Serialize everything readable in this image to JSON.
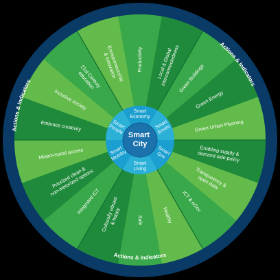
{
  "diagram": {
    "center_title": [
      "Smart",
      "City"
    ],
    "ring_label": "Actions & Indicators",
    "colors": {
      "outer_ring": "#0a3a66",
      "middle_green": "#39a84a",
      "center_blue": "#1b72ad",
      "sector_blue": "#1a9fd0",
      "light_green": "#62bb4a",
      "dark_green": "#1f8a3b",
      "text": "#ffffff"
    },
    "sectors": [
      {
        "name": "Smart Economy",
        "lines": [
          "Smart",
          "Economy"
        ],
        "ticks": [
          {
            "lines": [
              "Entrepreneurship",
              "& innovation"
            ]
          },
          {
            "lines": [
              "Productivity"
            ]
          },
          {
            "lines": [
              "Local & Global",
              "interconnectedness"
            ]
          }
        ]
      },
      {
        "name": "Smart Enviro",
        "lines": [
          "Smart",
          "Enviro"
        ],
        "ticks": [
          {
            "lines": [
              "Green Buildings"
            ]
          },
          {
            "lines": [
              "Green Energy"
            ]
          },
          {
            "lines": [
              "Green Urban Planning"
            ]
          }
        ]
      },
      {
        "name": "Smart Gov",
        "lines": [
          "Smart",
          "Gov"
        ],
        "ticks": [
          {
            "lines": [
              "Enabling supply &",
              "demand side policy"
            ]
          },
          {
            "lines": [
              "Transparency &",
              "open data"
            ]
          },
          {
            "lines": [
              "ICT & eGov"
            ]
          }
        ]
      },
      {
        "name": "Smart Living",
        "lines": [
          "Smart",
          "Living"
        ],
        "ticks": [
          {
            "lines": [
              "Healthy"
            ]
          },
          {
            "lines": [
              "Safe"
            ]
          },
          {
            "lines": [
              "Culturally vibrant",
              "& happy"
            ]
          }
        ]
      },
      {
        "name": "Smart Mobility",
        "lines": [
          "Smart",
          "Mobility"
        ],
        "ticks": [
          {
            "lines": [
              "Integrated ICT"
            ]
          },
          {
            "lines": [
              "Priorized clean &",
              "non-motorized options"
            ]
          },
          {
            "lines": [
              "Mixed-modal access"
            ]
          }
        ]
      },
      {
        "name": "Smart People",
        "lines": [
          "Smart",
          "People"
        ],
        "ticks": [
          {
            "lines": [
              "Embrace creativity"
            ]
          },
          {
            "lines": [
              "Inclusive society"
            ]
          },
          {
            "lines": [
              "21st Century",
              "education"
            ]
          }
        ]
      }
    ]
  }
}
